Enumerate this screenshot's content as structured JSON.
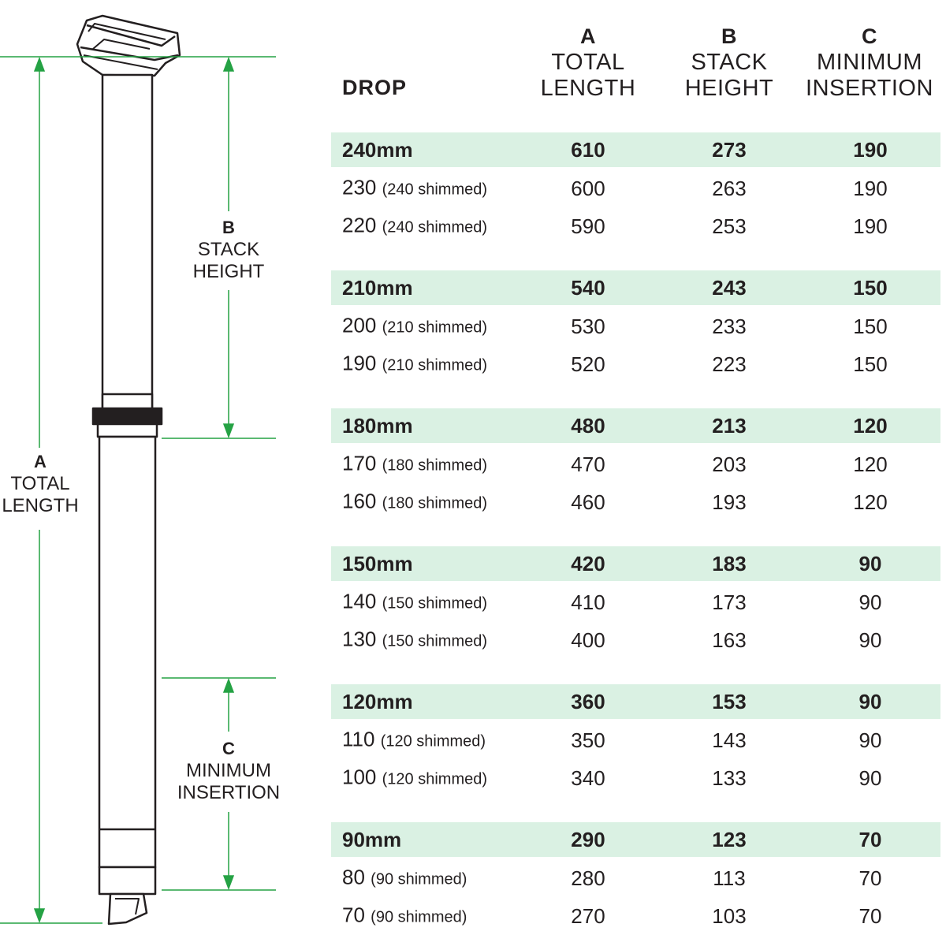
{
  "diagram": {
    "accent_color": "#25a244",
    "labels": {
      "a": {
        "letter": "A",
        "words": [
          "TOTAL",
          "LENGTH"
        ]
      },
      "b": {
        "letter": "B",
        "words": [
          "STACK",
          "HEIGHT"
        ]
      },
      "c": {
        "letter": "C",
        "words": [
          "MINIMUM",
          "INSERTION"
        ]
      }
    }
  },
  "table": {
    "band_color": "#daf1e3",
    "headers": {
      "drop": "DROP",
      "a": {
        "letter": "A",
        "words": [
          "TOTAL",
          "LENGTH"
        ]
      },
      "b": {
        "letter": "B",
        "words": [
          "STACK",
          "HEIGHT"
        ]
      },
      "c": {
        "letter": "C",
        "words": [
          "MINIMUM",
          "INSERTION"
        ]
      }
    },
    "groups": [
      {
        "drop": "240mm",
        "a": "610",
        "b": "273",
        "c": "190",
        "rows": [
          {
            "drop": "230",
            "note": "(240 shimmed)",
            "a": "600",
            "b": "263",
            "c": "190"
          },
          {
            "drop": "220",
            "note": "(240 shimmed)",
            "a": "590",
            "b": "253",
            "c": "190"
          }
        ]
      },
      {
        "drop": "210mm",
        "a": "540",
        "b": "243",
        "c": "150",
        "rows": [
          {
            "drop": "200",
            "note": "(210 shimmed)",
            "a": "530",
            "b": "233",
            "c": "150"
          },
          {
            "drop": "190",
            "note": "(210 shimmed)",
            "a": "520",
            "b": "223",
            "c": "150"
          }
        ]
      },
      {
        "drop": "180mm",
        "a": "480",
        "b": "213",
        "c": "120",
        "rows": [
          {
            "drop": "170",
            "note": "(180 shimmed)",
            "a": "470",
            "b": "203",
            "c": "120"
          },
          {
            "drop": "160",
            "note": "(180 shimmed)",
            "a": "460",
            "b": "193",
            "c": "120"
          }
        ]
      },
      {
        "drop": "150mm",
        "a": "420",
        "b": "183",
        "c": "90",
        "rows": [
          {
            "drop": "140",
            "note": "(150 shimmed)",
            "a": "410",
            "b": "173",
            "c": "90"
          },
          {
            "drop": "130",
            "note": "(150 shimmed)",
            "a": "400",
            "b": "163",
            "c": "90"
          }
        ]
      },
      {
        "drop": "120mm",
        "a": "360",
        "b": "153",
        "c": "90",
        "rows": [
          {
            "drop": "110",
            "note": "(120 shimmed)",
            "a": "350",
            "b": "143",
            "c": "90"
          },
          {
            "drop": "100",
            "note": "(120 shimmed)",
            "a": "340",
            "b": "133",
            "c": "90"
          }
        ]
      },
      {
        "drop": "90mm",
        "a": "290",
        "b": "123",
        "c": "70",
        "rows": [
          {
            "drop": "80",
            "note": "(90 shimmed)",
            "a": "280",
            "b": "113",
            "c": "70"
          },
          {
            "drop": "70",
            "note": "(90 shimmed)",
            "a": "270",
            "b": "103",
            "c": "70"
          }
        ]
      }
    ]
  }
}
